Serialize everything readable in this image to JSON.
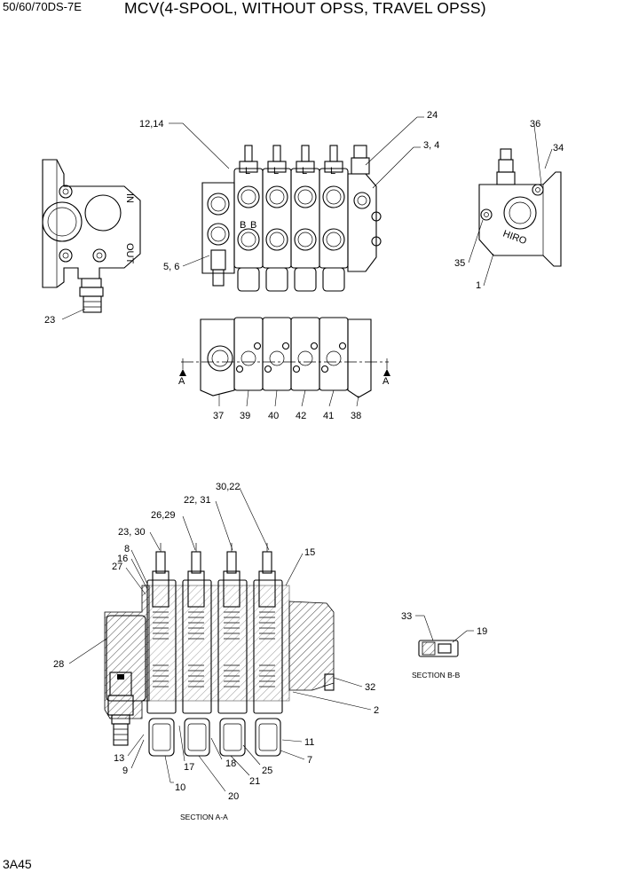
{
  "header": {
    "model": "50/60/70DS-7E",
    "title": "MCV(4-SPOOL, WITHOUT OPSS, TRAVEL OPSS)"
  },
  "page_number": "3A45",
  "side_view_left": {
    "port_labels": [
      "IN",
      "OUT"
    ],
    "callouts": [
      "23"
    ]
  },
  "front_view": {
    "spool_marks": [
      "L",
      "L",
      "L",
      "L"
    ],
    "port_marks": [
      "B",
      "B"
    ],
    "callouts": [
      "12,14",
      "24",
      "3, 4",
      "5, 6"
    ]
  },
  "side_view_right": {
    "stamp": "HIRO",
    "callouts": [
      "36",
      "34",
      "35",
      "1"
    ]
  },
  "bottom_view": {
    "section_marks": [
      "A",
      "A"
    ],
    "callouts": [
      "37",
      "39",
      "40",
      "42",
      "41",
      "38"
    ]
  },
  "section_a": {
    "caption": "SECTION A-A",
    "callouts": [
      "30,22",
      "22, 31",
      "26,29",
      "23, 30",
      "8",
      "16",
      "27",
      "15",
      "28",
      "32",
      "2",
      "11",
      "7",
      "13",
      "9",
      "17",
      "18",
      "25",
      "21",
      "10",
      "20"
    ]
  },
  "section_b": {
    "caption": "SECTION B-B",
    "callouts": [
      "33",
      "19"
    ]
  }
}
